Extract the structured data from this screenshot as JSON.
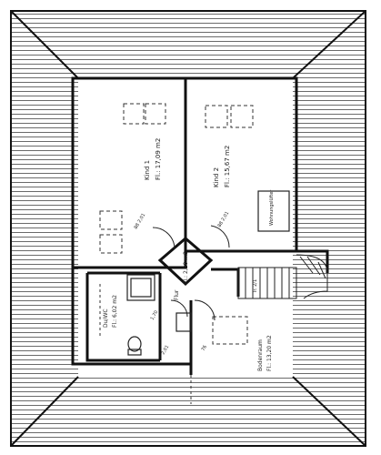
{
  "plan": {
    "rooms": [
      {
        "id": "kind1",
        "name": "Kind 1",
        "area": "Fl.: 17,09 m2"
      },
      {
        "id": "kind2",
        "name": "Kind 2",
        "area": "Fl.: 15,67 m2"
      },
      {
        "id": "flur",
        "name": "Flur",
        "area": "Fl.: 2,20 m2"
      },
      {
        "id": "dusche",
        "name": "Du/WC",
        "area": "Fl.: 6,02 m2"
      },
      {
        "id": "boden",
        "name": "Bodenraum",
        "area": "Fl.: 13,20 m2"
      }
    ],
    "fixtures": {
      "ventilation_unit": "Wohnungslüfter",
      "stair_label": "Tr. 2/1"
    },
    "openings": [
      {
        "id": "door-kind1",
        "text": "88 2,01"
      },
      {
        "id": "door-kind2",
        "text": "88 2,01"
      },
      {
        "id": "door-dusche",
        "text": "1,70"
      },
      {
        "id": "door-dusche-2",
        "text": "2,01"
      },
      {
        "id": "door-boden",
        "text": "76"
      }
    ]
  }
}
